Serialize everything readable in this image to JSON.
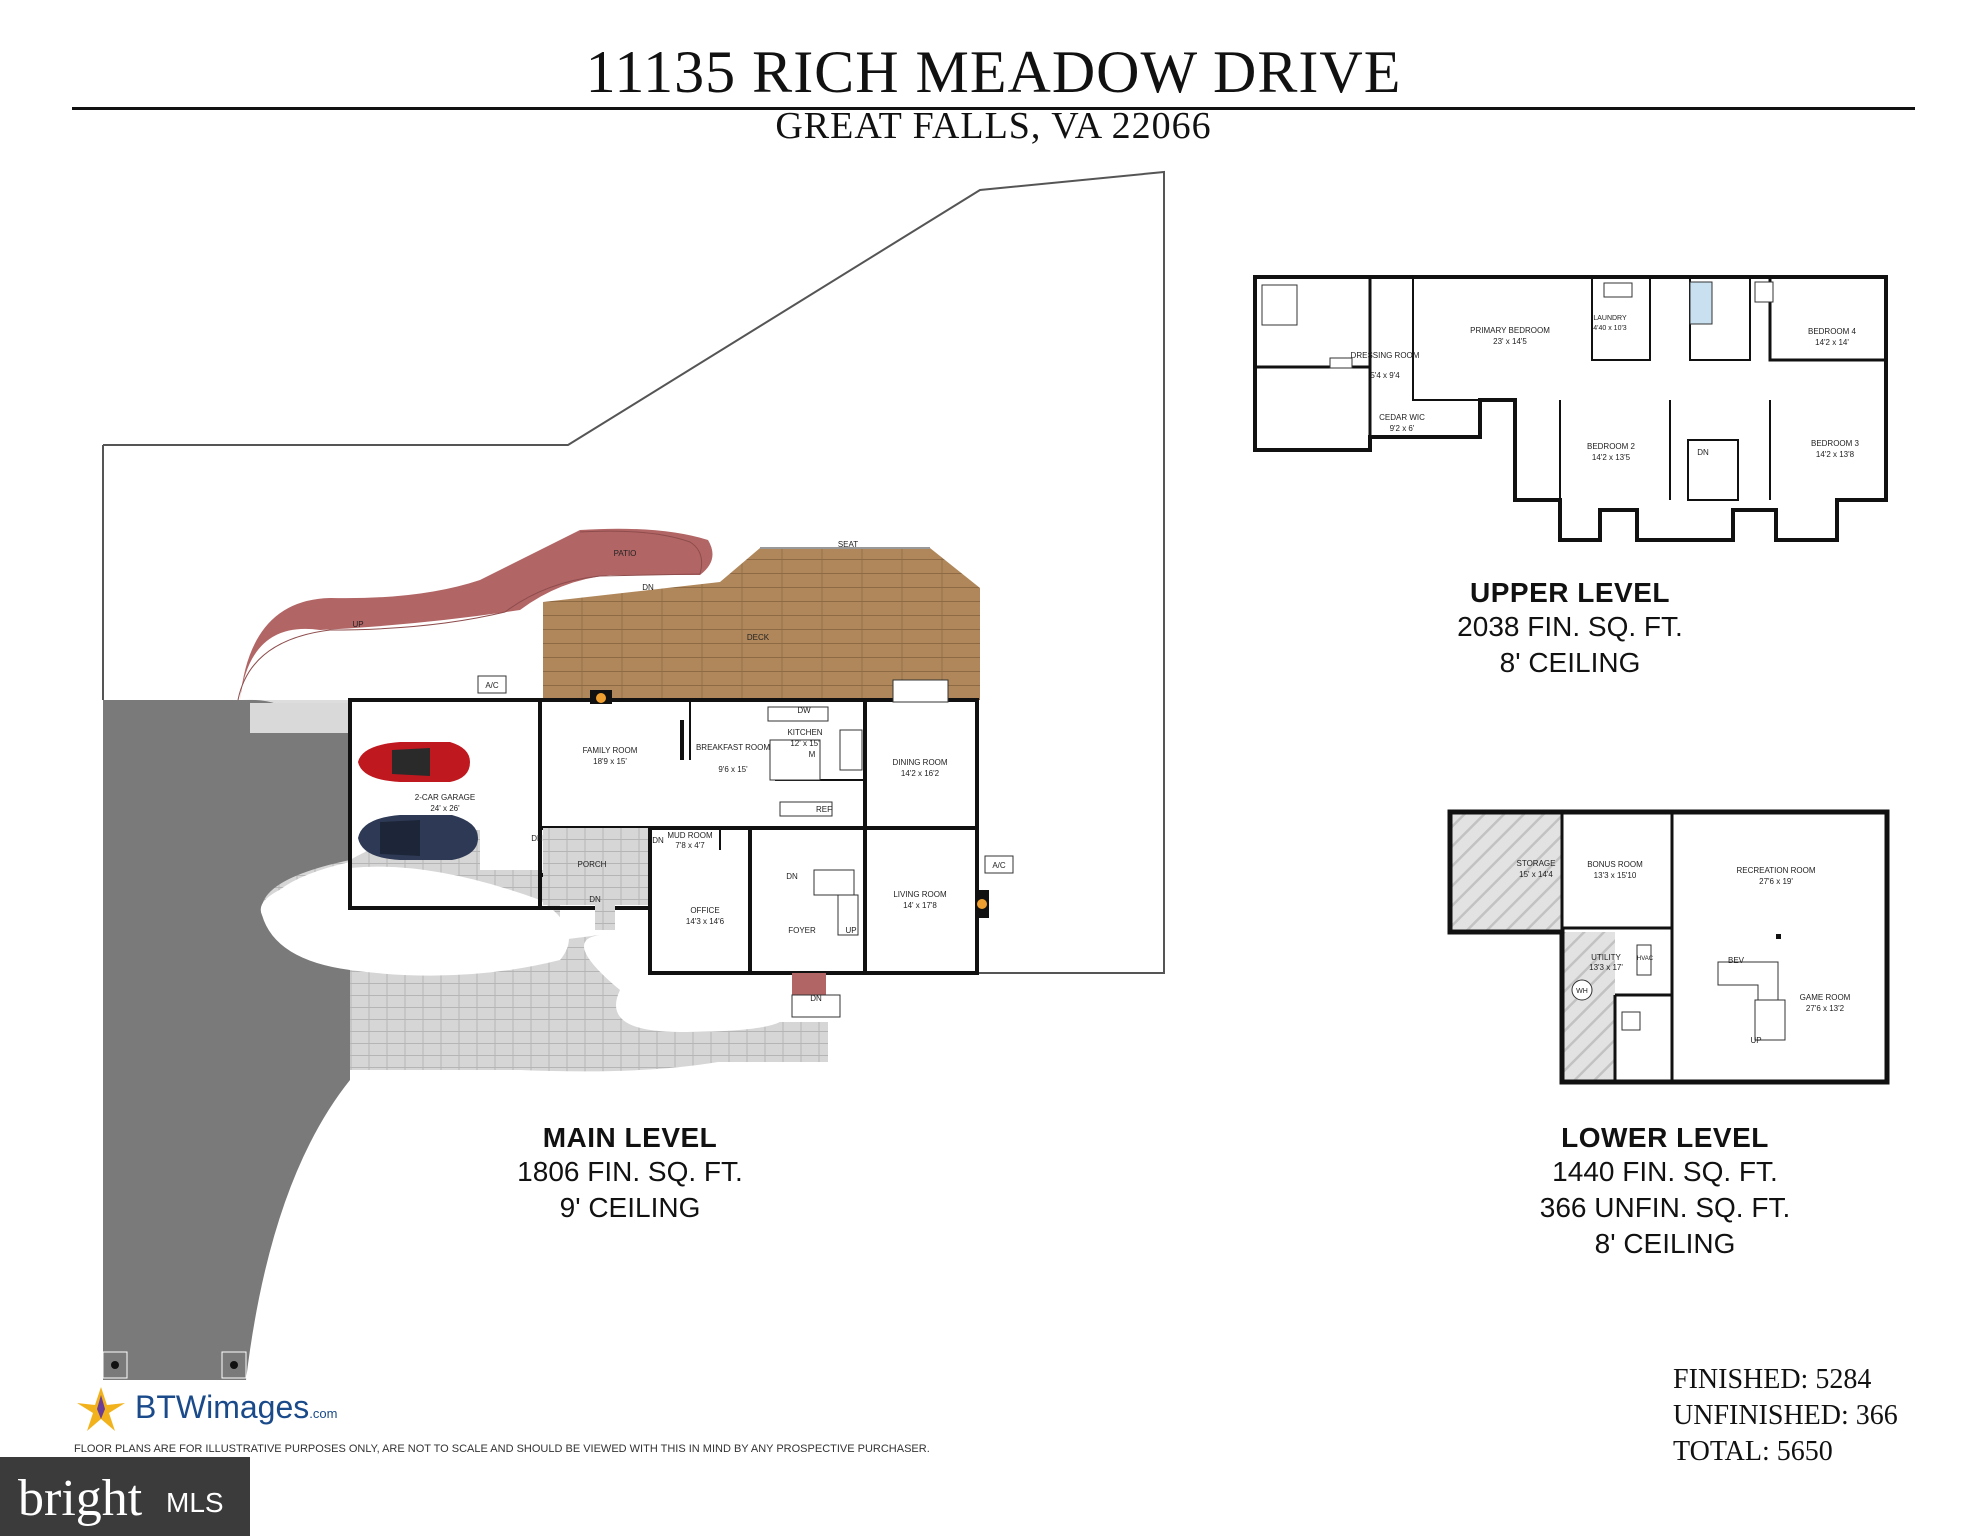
{
  "header": {
    "address": "11135 RICH MEADOW DRIVE",
    "city_line": "GREAT FALLS, VA 22066"
  },
  "main_level": {
    "caption_title": "MAIN LEVEL",
    "caption_lines": [
      "1806 FIN. SQ. FT.",
      "9' CEILING"
    ],
    "rooms": [
      {
        "name": "2-CAR GARAGE",
        "dims": "24' x 26'"
      },
      {
        "name": "FAMILY ROOM",
        "dims": "18'9 x 15'"
      },
      {
        "name": "BREAKFAST ROOM",
        "dims": "9'6 x 15'"
      },
      {
        "name": "KITCHEN",
        "dims": "12' x 15'"
      },
      {
        "name": "DINING ROOM",
        "dims": "14'2 x 16'2"
      },
      {
        "name": "MUD ROOM",
        "dims": "7'8 x 4'7"
      },
      {
        "name": "OFFICE",
        "dims": "14'3 x 14'6"
      },
      {
        "name": "FOYER",
        "dims": ""
      },
      {
        "name": "LIVING ROOM",
        "dims": "14' x 17'8"
      },
      {
        "name": "PORCH",
        "dims": ""
      },
      {
        "name": "DECK",
        "dims": ""
      },
      {
        "name": "PATIO",
        "dims": ""
      }
    ],
    "markers": {
      "seat": "SEAT",
      "ac": "A/C",
      "dn": "DN",
      "up": "UP",
      "dw": "DW",
      "m": "M",
      "ref": "REF"
    }
  },
  "upper_level": {
    "caption_title": "UPPER LEVEL",
    "caption_lines": [
      "2038 FIN. SQ. FT.",
      "8' CEILING"
    ],
    "rooms": [
      {
        "name": "PRIMARY BEDROOM",
        "dims": "23' x 14'5"
      },
      {
        "name": "DRESSING ROOM",
        "dims": "5'4 x 9'4"
      },
      {
        "name": "CEDAR WIC",
        "dims": "9'2 x 6'"
      },
      {
        "name": "LAUNDRY",
        "dims": "4'40 x 10'3"
      },
      {
        "name": "BEDROOM 4",
        "dims": "14'2 x 14'"
      },
      {
        "name": "BEDROOM 2",
        "dims": "14'2 x 13'5"
      },
      {
        "name": "BEDROOM 3",
        "dims": "14'2 x 13'8"
      }
    ]
  },
  "lower_level": {
    "caption_title": "LOWER LEVEL",
    "caption_lines": [
      "1440 FIN. SQ. FT.",
      "366 UNFIN. SQ. FT.",
      "8' CEILING"
    ],
    "rooms": [
      {
        "name": "STORAGE",
        "dims": "15' x 14'4"
      },
      {
        "name": "BONUS ROOM",
        "dims": "13'3 x 15'10"
      },
      {
        "name": "RECREATION ROOM",
        "dims": "27'6 x 19'"
      },
      {
        "name": "UTILITY",
        "dims": "13'3 x 17'"
      },
      {
        "name": "GAME ROOM",
        "dims": "27'6 x 13'2"
      }
    ],
    "markers": {
      "bev": "BEV",
      "wh": "WH",
      "hvac": "HVAC",
      "up": "UP"
    }
  },
  "totals": [
    "FINISHED: 5284",
    "UNFINISHED: 366",
    "TOTAL: 5650"
  ],
  "footer": {
    "brand": "BTWimages",
    "brand_suffix": ".com",
    "disclaimer": "FLOOR PLANS ARE FOR ILLUSTRATIVE PURPOSES ONLY, ARE NOT TO SCALE AND SHOULD BE VIEWED WITH THIS IN MIND BY ANY PROSPECTIVE PURCHASER.",
    "mls_brand": "bright",
    "mls_suffix": "MLS"
  },
  "colors": {
    "asphalt": "#7a7a7a",
    "paver": "#d4d4d4",
    "deck": "#b0875a",
    "patio": "#b26565",
    "wall": "#111111",
    "car_red": "#c0181f",
    "car_navy": "#2e3a55",
    "storage_fill": "#d8d8d8"
  }
}
